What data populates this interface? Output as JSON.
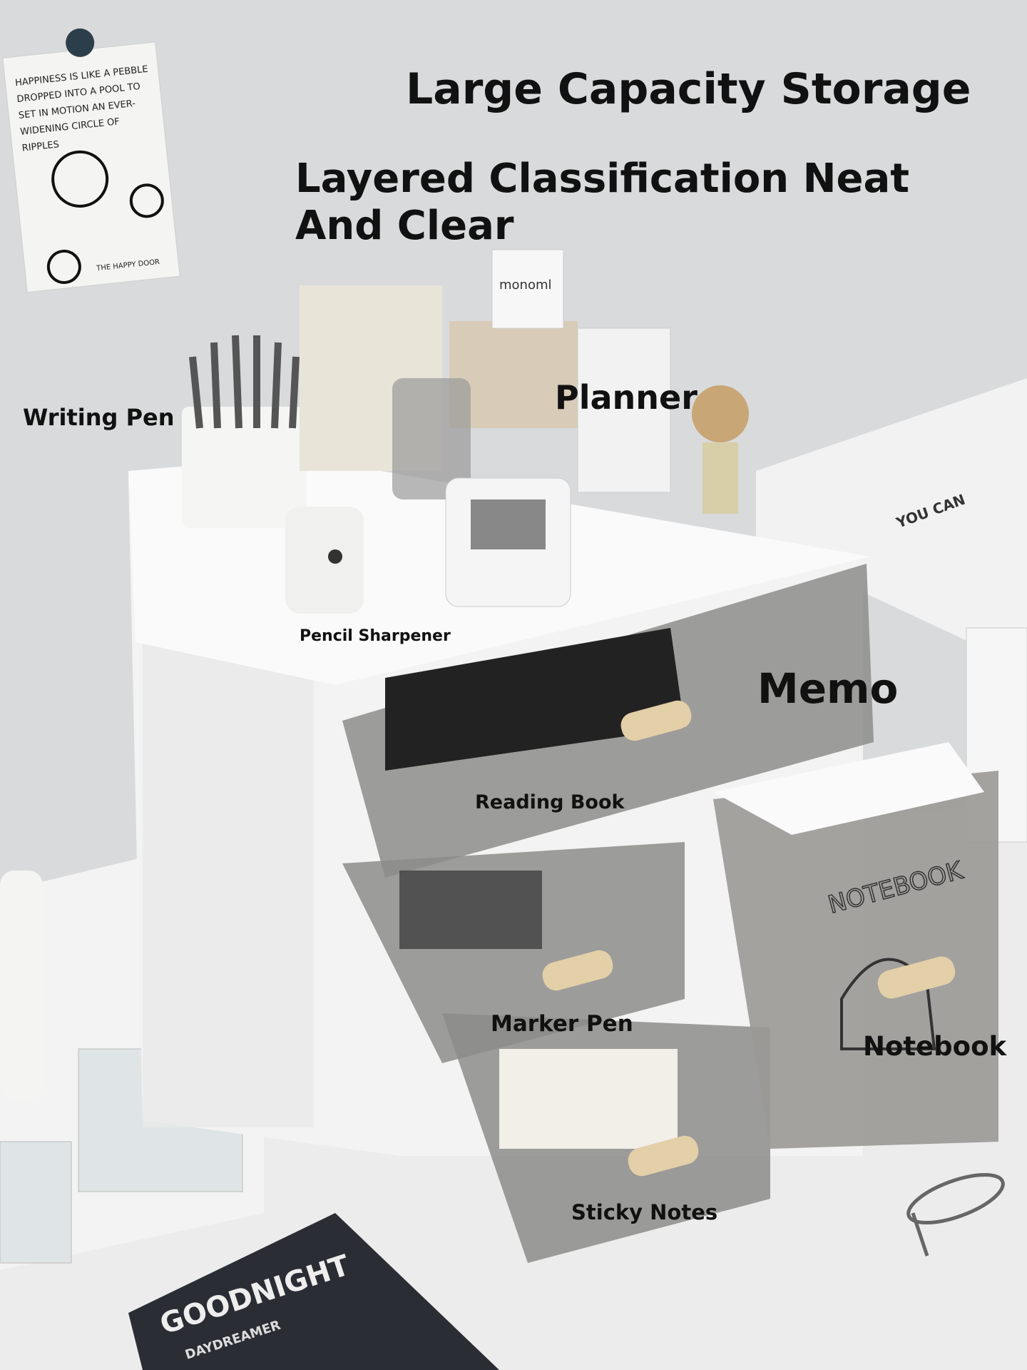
{
  "headline": "Large Capacity Storage",
  "subheadline": {
    "line1": "Layered Classification Neat",
    "line2": "And Clear"
  },
  "labels": {
    "writing_pen": "Writing Pen",
    "planner": "Planner",
    "pencil_sharpener": "Pencil Sharpener",
    "memo": "Memo",
    "reading_book": "Reading Book",
    "marker_pen": "Marker Pen",
    "notebook": "Notebook",
    "sticky_notes": "Sticky Notes"
  },
  "scene_text": {
    "poster": "HAPPINESS IS LIKE A PEBBLE DROPPED INTO A POOL TO SET IN MOTION AN EVER-WIDENING CIRCLE OF RIPPLES",
    "poster_footer": "THE HAPPY DOOR",
    "box": "YOU CAN",
    "drawer_print": "NOTEBOOK",
    "book": "GOODNIGHT",
    "book_sub": "DAYDREAMER",
    "brand_card": "monoml"
  },
  "colors": {
    "wall": "#d9dadb",
    "desk": "#eeeeee",
    "organizer": "#f7f7f7",
    "drawer": "#8c8c8a",
    "handle": "#e3cfa8"
  }
}
